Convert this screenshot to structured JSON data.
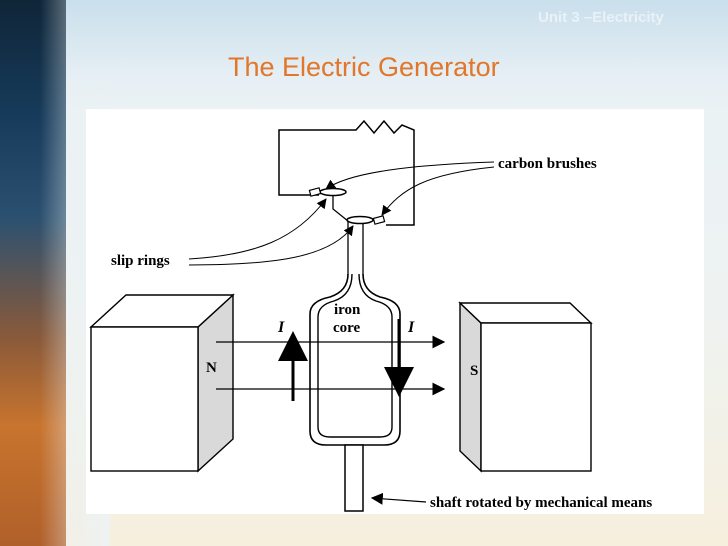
{
  "slide": {
    "header": "Unit 3 –Electricity",
    "title": "The Electric Generator"
  },
  "diagram": {
    "labels": {
      "carbon_brushes": "carbon brushes",
      "slip_rings": "slip rings",
      "iron": "iron",
      "core": "core",
      "north": "N",
      "south": "S",
      "current_left": "I",
      "current_right": "I",
      "shaft": "shaft rotated by mechanical means"
    }
  }
}
